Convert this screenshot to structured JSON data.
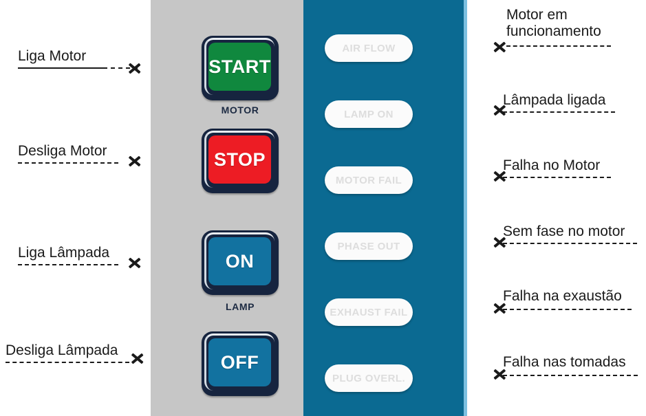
{
  "colors": {
    "panel_gray": "#c6c6c6",
    "panel_blue": "#0b6a92",
    "panel_blue_edge": "#7cc0e0",
    "button_frame": "#16243f",
    "start_green": "#10883e",
    "stop_red": "#ed1c24",
    "lamp_blue": "#1272a0",
    "lamp_body": "#fbfbfb",
    "lamp_text": "#dddddd",
    "annotation_text": "#1a1a1a"
  },
  "control_panel": {
    "groups": [
      {
        "caption": "MOTOR"
      },
      {
        "caption": "LAMP"
      }
    ],
    "buttons": [
      {
        "id": "start",
        "label": "START",
        "group": "MOTOR",
        "color": "#10883e"
      },
      {
        "id": "stop",
        "label": "STOP",
        "group": "MOTOR",
        "color": "#ed1c24"
      },
      {
        "id": "on",
        "label": "ON",
        "group": "LAMP",
        "color": "#1272a0"
      },
      {
        "id": "off",
        "label": "OFF",
        "group": "LAMP",
        "color": "#1272a0"
      }
    ]
  },
  "indicator_panel": {
    "lamps": [
      {
        "id": "air-flow",
        "label": "AIR FLOW",
        "state": "off"
      },
      {
        "id": "lamp-on",
        "label": "LAMP ON",
        "state": "off"
      },
      {
        "id": "motor-fail",
        "label": "MOTOR FAIL",
        "state": "off"
      },
      {
        "id": "phase-out",
        "label": "PHASE OUT",
        "state": "off"
      },
      {
        "id": "exhaust-fail",
        "label": "EXHAUST FAIL",
        "state": "off"
      },
      {
        "id": "plug-overl",
        "label": "PLUG OVERL.",
        "state": "off"
      }
    ]
  },
  "annotations": {
    "left": [
      {
        "id": "liga-motor",
        "text": "Liga Motor",
        "target": "START"
      },
      {
        "id": "desliga-motor",
        "text": "Desliga Motor",
        "target": "STOP"
      },
      {
        "id": "liga-lampada",
        "text": "Liga Lâmpada",
        "target": "ON"
      },
      {
        "id": "desliga-lampada",
        "text": "Desliga Lâmpada",
        "target": "OFF"
      }
    ],
    "right": [
      {
        "id": "motor-funcionando",
        "line1": "Motor em",
        "line2": "funcionamento",
        "target": "AIR FLOW"
      },
      {
        "id": "lampada-ligada",
        "line1": "",
        "line2": "Lâmpada ligada",
        "target": "LAMP ON"
      },
      {
        "id": "falha-motor",
        "line1": "",
        "line2": "Falha no Motor",
        "target": "MOTOR FAIL"
      },
      {
        "id": "sem-fase",
        "line1": "",
        "line2": "Sem fase no motor",
        "target": "PHASE OUT"
      },
      {
        "id": "falha-exaustao",
        "line1": "",
        "line2": "Falha na exaustão",
        "target": "EXHAUST FAIL"
      },
      {
        "id": "falha-tomadas",
        "line1": "",
        "line2": "Falha nas tomadas",
        "target": "PLUG OVERL."
      }
    ]
  }
}
